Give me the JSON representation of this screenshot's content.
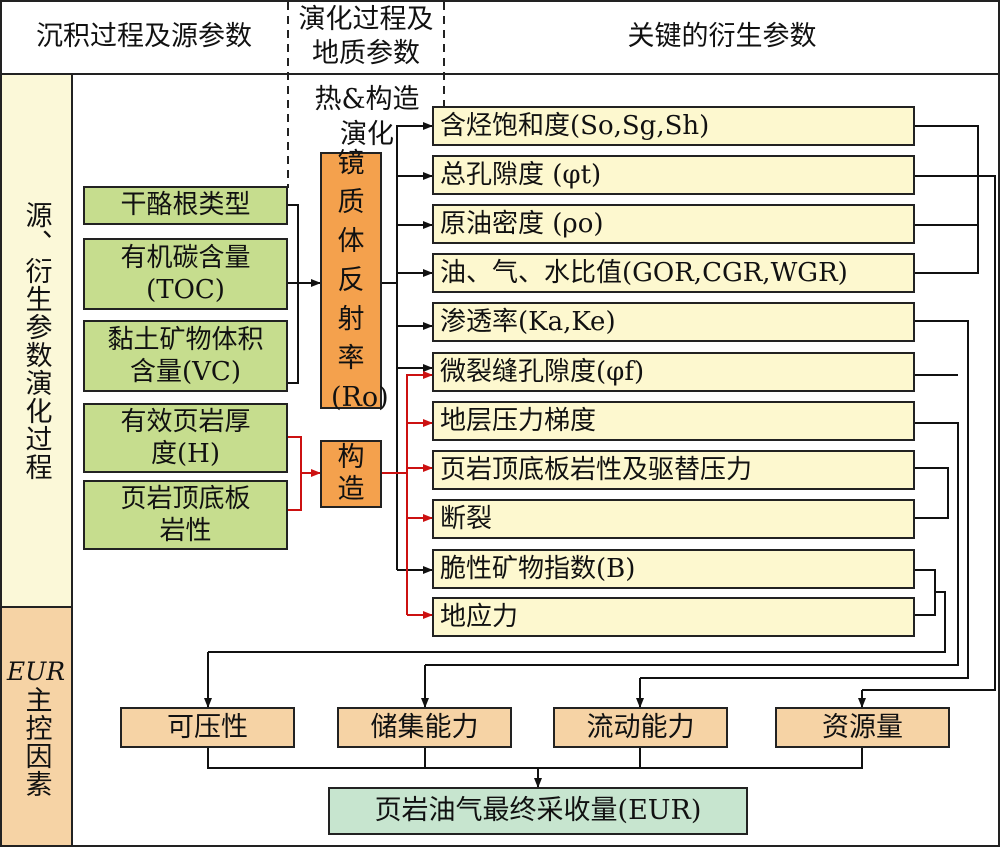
{
  "headers": {
    "col1": "沉积过程及源参数",
    "col2": "演化过程及地质参数",
    "col3": "关键的衍生参数"
  },
  "left_bands": {
    "top": "源、衍生参数演化过程",
    "bottom_prefix": "EUR",
    "bottom_suffix": "主控因素"
  },
  "source_params": [
    "干酪根类型",
    "有机碳含量(TOC)",
    "黏土矿物体积含量(VC)",
    "有效页岩厚度(H)",
    "页岩顶底板岩性"
  ],
  "evolution": {
    "label": "热&构造演化",
    "ro_box": "镜质体反射率(Ro)",
    "tectonic_box": "构造"
  },
  "derived_params": [
    "含烃饱和度(So,Sg,Sh)",
    "总孔隙度 (φt)",
    "原油密度 (ρo)",
    "油、气、水比值(GOR,CGR,WGR)",
    "渗透率(Ka,Ke)",
    "微裂缝孔隙度(φf)",
    "地层压力梯度",
    "页岩顶底板岩性及驱替压力",
    "断裂",
    "脆性矿物指数(B)",
    "地应力"
  ],
  "factors": [
    "可压性",
    "储集能力",
    "流动能力",
    "资源量"
  ],
  "result": "页岩油气最终采收量(EUR)",
  "colors": {
    "source_fill": "#c6dd8e",
    "evolution_fill": "#f4a14d",
    "derived_fill": "#fdf8cf",
    "factor_fill": "#f6d3a5",
    "result_fill": "#c7e5cf",
    "band_top_fill": "#fbf8d8",
    "band_bottom_fill": "#f6d3a5",
    "black_arrow": "#111111",
    "red_arrow": "#cc1111"
  }
}
